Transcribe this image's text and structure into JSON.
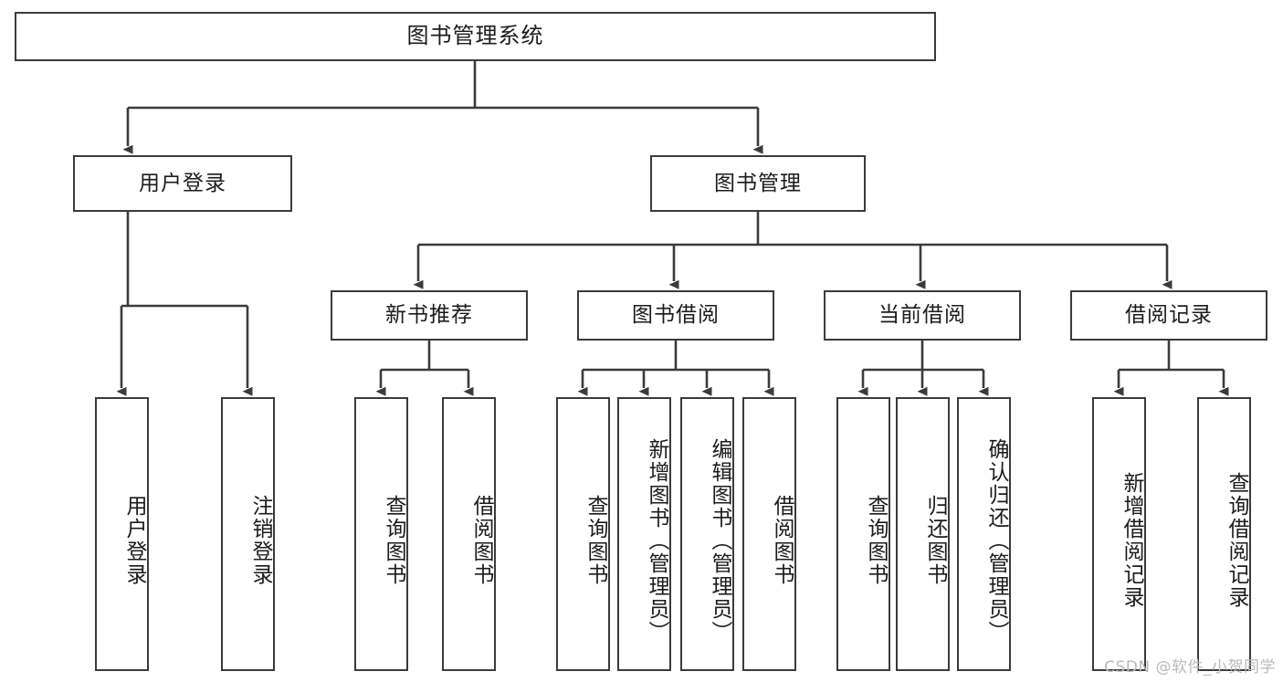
{
  "diagram": {
    "title": "图书管理系统",
    "type": "tree-structure-chart",
    "stroke_color": "#3b3b3b",
    "text_color": "#1b1b1b",
    "background": "#ffffff"
  },
  "root": {
    "label": "图书管理系统"
  },
  "level2": [
    {
      "label": "用户登录"
    },
    {
      "label": "图书管理"
    }
  ],
  "level3": [
    {
      "label": "新书推荐"
    },
    {
      "label": "图书借阅"
    },
    {
      "label": "当前借阅"
    },
    {
      "label": "借阅记录"
    }
  ],
  "leaves": {
    "user_login": [
      {
        "label": "用户登录"
      },
      {
        "label": "注销登录"
      }
    ],
    "new_book": [
      {
        "label": "查询图书"
      },
      {
        "label": "借阅图书"
      }
    ],
    "book_borrow": [
      {
        "label": "查询图书"
      },
      {
        "label": "新增图书（管理员）"
      },
      {
        "label": "编辑图书（管理员）"
      },
      {
        "label": "借阅图书"
      }
    ],
    "current_borrow": [
      {
        "label": "查询图书"
      },
      {
        "label": "归还图书"
      },
      {
        "label": "确认归还（管理员）"
      }
    ],
    "borrow_record": [
      {
        "label": "新增借阅记录"
      },
      {
        "label": "查询借阅记录"
      }
    ]
  },
  "watermark": {
    "text": "CSDN @软件_小贺同学",
    "color": "#b9b9b9"
  }
}
